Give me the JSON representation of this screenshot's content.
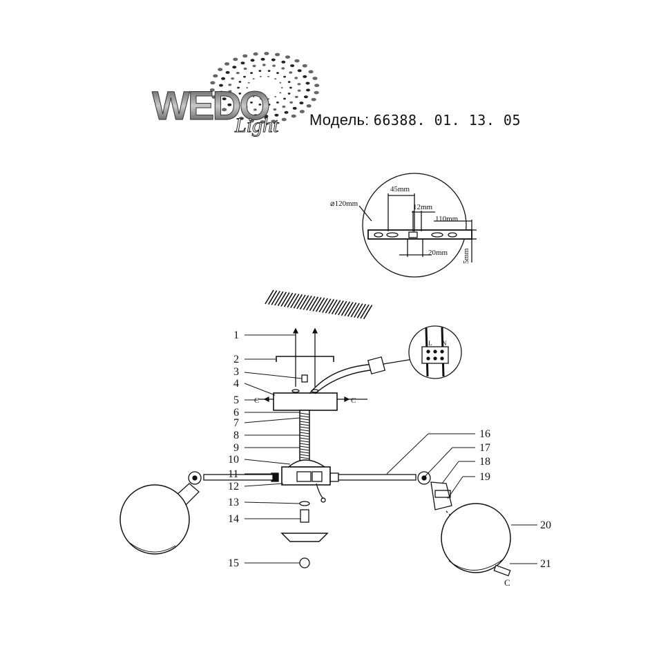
{
  "brand": {
    "logo_text": "WEDO",
    "logo_script": "Light"
  },
  "header": {
    "model_label": "Модель:",
    "model_number": "66388. 01. 13. 05"
  },
  "dimensions": {
    "diameter": "⌀120mm",
    "d1": "45mm",
    "d2": "12mm",
    "d3": "110mm",
    "d4": "20mm",
    "d5": "5mm"
  },
  "wiring_detail": {
    "label_l": "L",
    "label_n": "N"
  },
  "callouts": {
    "c1": "1",
    "c2": "2",
    "c3": "3",
    "c4": "4",
    "c5": "5",
    "c6": "6",
    "c7": "7",
    "c8": "8",
    "c9": "9",
    "c10": "10",
    "c11": "11",
    "c12": "12",
    "c13": "13",
    "c14": "14",
    "c15": "15",
    "c16": "16",
    "c17": "17",
    "c18": "18",
    "c19": "19",
    "c20": "20",
    "c21": "21"
  },
  "colors": {
    "line": "#111111",
    "logo_dark": "#2a2a2a",
    "logo_light": "#9a9a9a"
  }
}
